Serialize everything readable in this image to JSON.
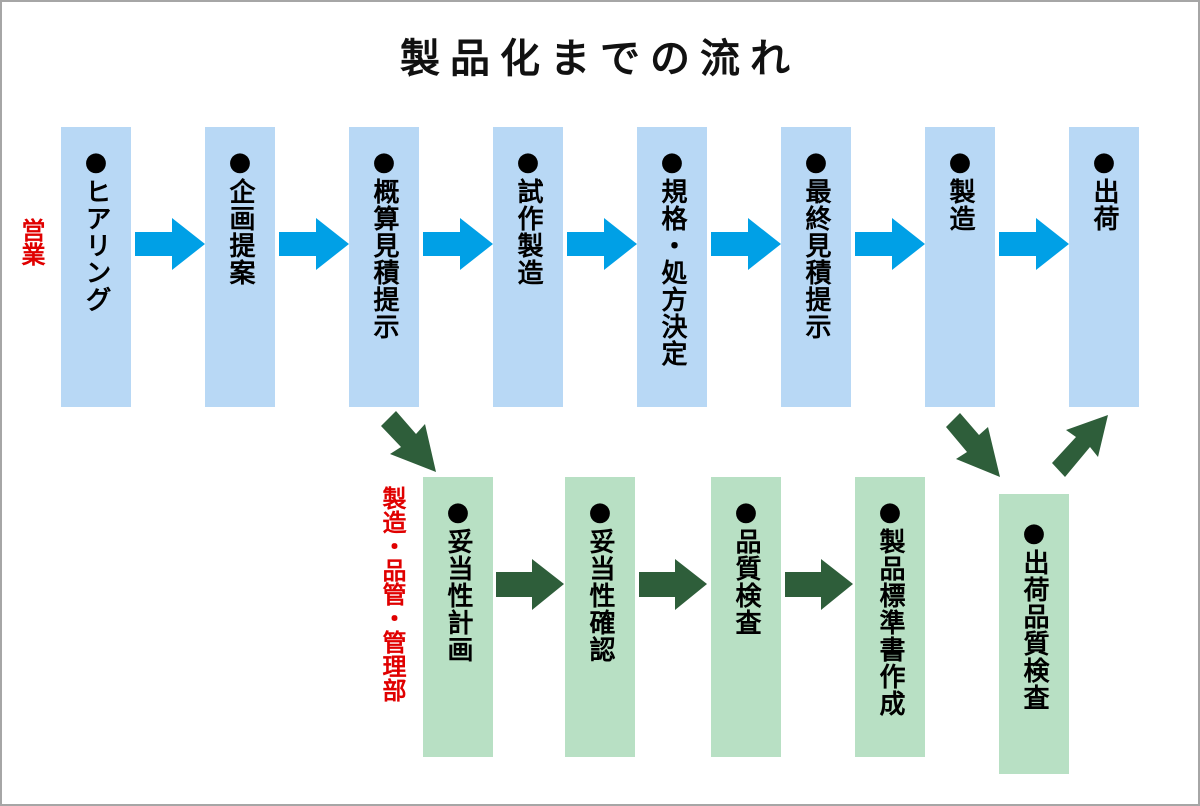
{
  "title": "製品化までの流れ",
  "colors": {
    "sales_box": "#b8d8f5",
    "mfg_box": "#b8e0c4",
    "sales_arrow": "#00a0e6",
    "mfg_arrow": "#2e5e3a",
    "dept_label": "#e00000",
    "frame_border": "#a6a6a6"
  },
  "departments": {
    "sales": "営業",
    "manufacturing": "製造・品管・管理部"
  },
  "sales_steps": [
    {
      "label": "●ヒアリング"
    },
    {
      "label": "●企画提案"
    },
    {
      "label": "●概算見積提示"
    },
    {
      "label": "●試作製造"
    },
    {
      "label": "●規格・処方決定"
    },
    {
      "label": "●最終見積提示"
    },
    {
      "label": "●製造"
    },
    {
      "label": "●出荷"
    }
  ],
  "manufacturing_steps": [
    {
      "label": "●妥当性計画"
    },
    {
      "label": "●妥当性確認"
    },
    {
      "label": "●品質検査"
    },
    {
      "label": "●製品標準書作成"
    },
    {
      "label": "●出荷品質検査"
    }
  ],
  "connections": [
    {
      "from": "●概算見積提示",
      "to": "●妥当性計画",
      "direction": "down-right"
    },
    {
      "from": "●製造",
      "to": "●出荷品質検査",
      "direction": "down-right"
    },
    {
      "from": "●出荷品質検査",
      "to": "●出荷",
      "direction": "up-right"
    }
  ]
}
